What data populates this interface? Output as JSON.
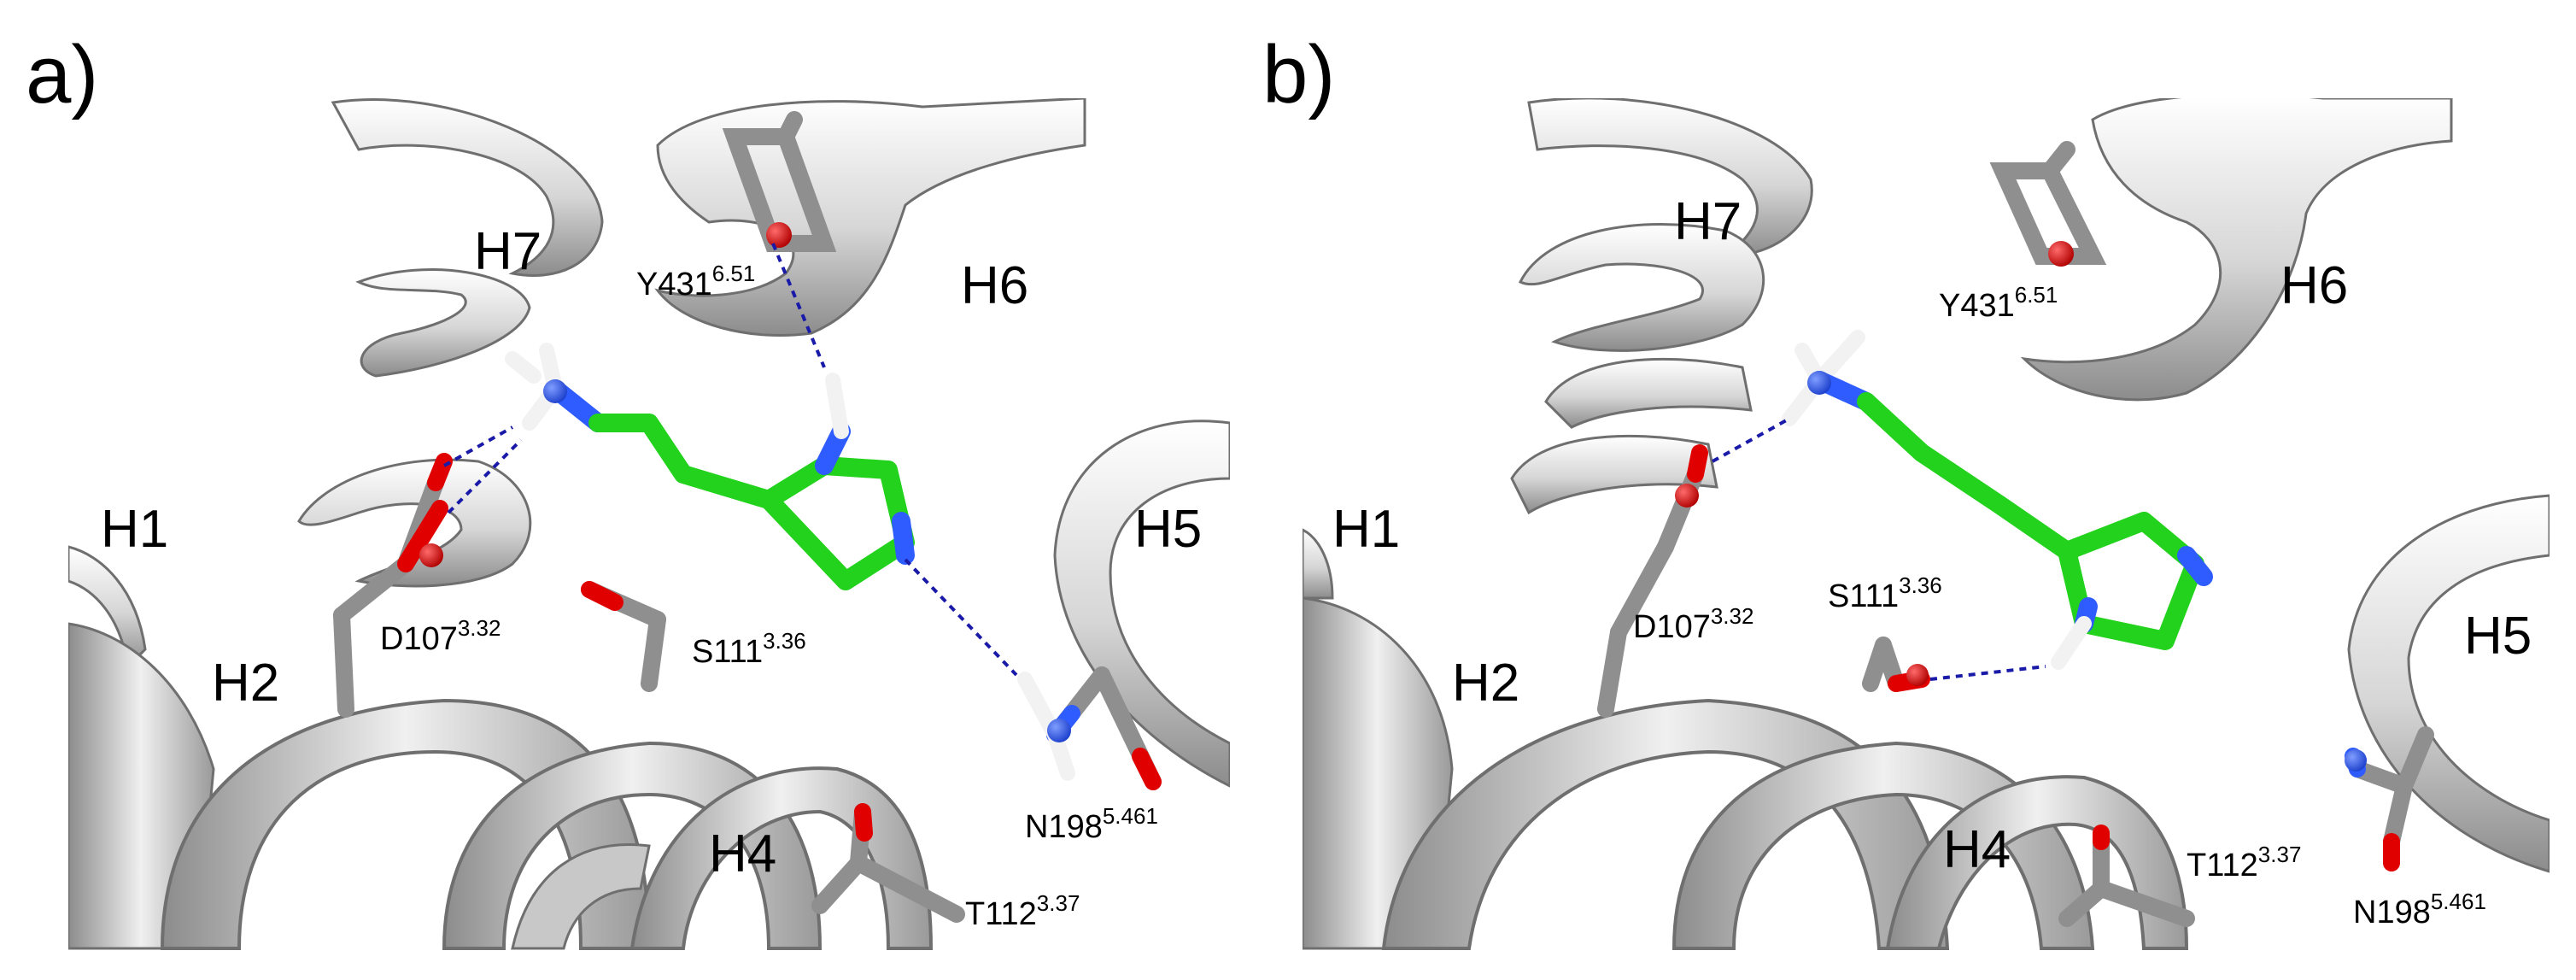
{
  "panels": [
    {
      "id": "a",
      "label": "a)",
      "helices": {
        "h1": "H1",
        "h2": "H2",
        "h4": "H4",
        "h5": "H5",
        "h6": "H6",
        "h7": "H7"
      },
      "residues": {
        "y431": {
          "name": "Y431",
          "sup": "6.51"
        },
        "d107": {
          "name": "D107",
          "sup": "3.32"
        },
        "s111": {
          "name": "S111",
          "sup": "3.36"
        },
        "n198": {
          "name": "N198",
          "sup": "5.461"
        },
        "t112": {
          "name": "T112",
          "sup": "3.37"
        }
      }
    },
    {
      "id": "b",
      "label": "b)",
      "helices": {
        "h1": "H1",
        "h2": "H2",
        "h4": "H4",
        "h5": "H5",
        "h6": "H6",
        "h7": "H7"
      },
      "residues": {
        "y431": {
          "name": "Y431",
          "sup": "6.51"
        },
        "d107": {
          "name": "D107",
          "sup": "3.32"
        },
        "s111": {
          "name": "S111",
          "sup": "3.36"
        },
        "n198": {
          "name": "N198",
          "sup": "5.461"
        },
        "t112": {
          "name": "T112",
          "sup": "3.37"
        }
      }
    }
  ],
  "colors": {
    "ribbon_fill": "#d9d9d9",
    "ribbon_edge": "#7a7a7a",
    "ribbon_inner": "#f4f4f4",
    "carbon_gray": "#8f8f8f",
    "ligand_green": "#22d21c",
    "nitrogen_blue": "#2f5cff",
    "oxygen_red": "#e10000",
    "hydrogen_white": "#f2f2f2",
    "hbond_blue": "#1a1aa8"
  }
}
